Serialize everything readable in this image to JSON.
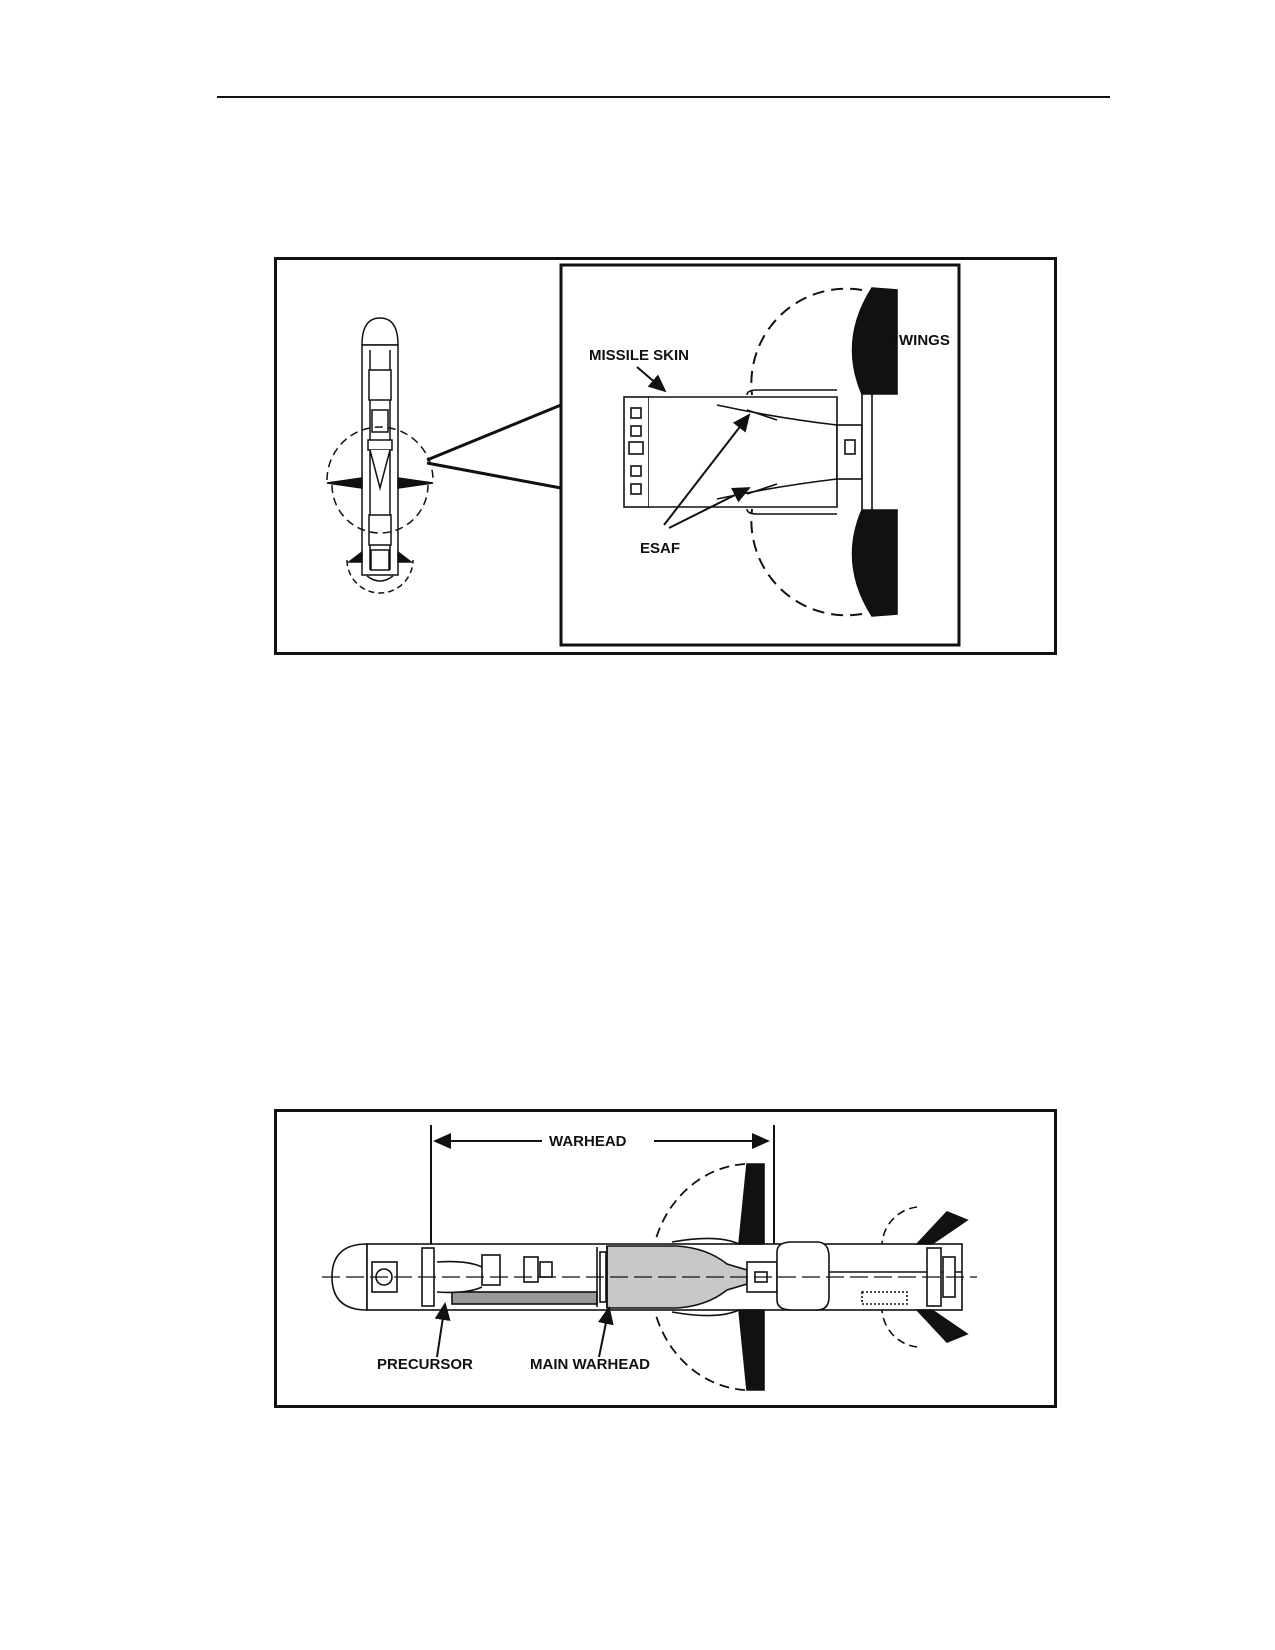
{
  "figure_top": {
    "labels": {
      "missile_skin": "MISSILE SKIN",
      "wings": "WINGS",
      "esaf": "ESAF"
    }
  },
  "figure_bottom": {
    "labels": {
      "warhead": "WARHEAD",
      "precursor": "PRECURSOR",
      "main_warhead": "MAIN WARHEAD"
    },
    "colors": {
      "warhead_fill": "#c8c8c8"
    }
  }
}
